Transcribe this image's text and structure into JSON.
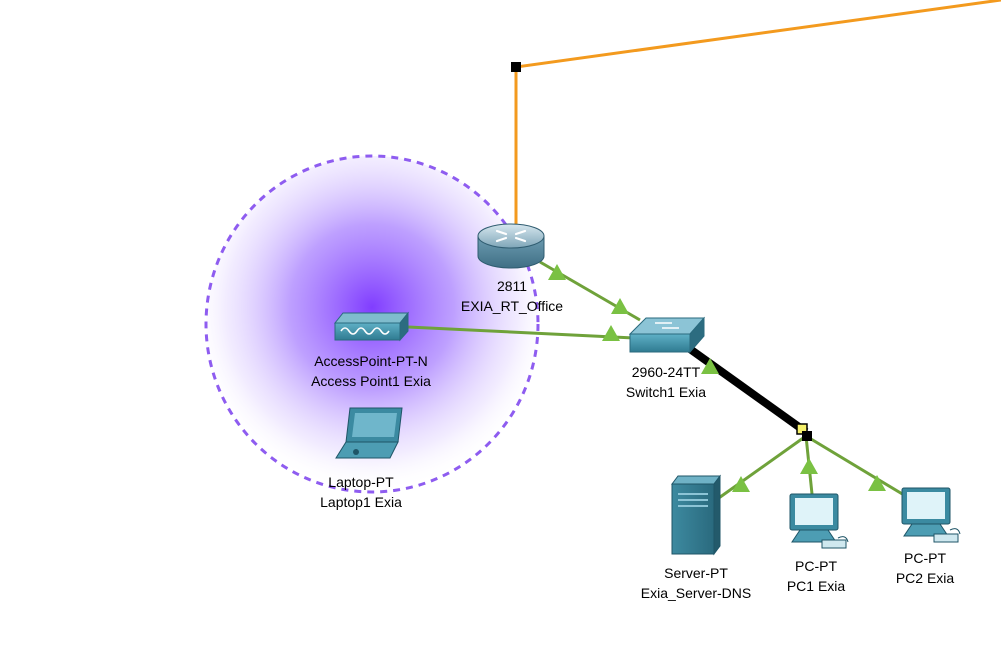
{
  "devices": {
    "router": {
      "model": "2811",
      "name": "EXIA_RT_Office"
    },
    "switch": {
      "model": "2960-24TT",
      "name": "Switch1 Exia"
    },
    "access_point": {
      "model": "AccessPoint-PT-N",
      "name": "Access Point1 Exia"
    },
    "laptop": {
      "model": "Laptop-PT",
      "name": "Laptop1 Exia"
    },
    "server": {
      "model": "Server-PT",
      "name": "Exia_Server-DNS"
    },
    "pc1": {
      "model": "PC-PT",
      "name": "PC1 Exia"
    },
    "pc2": {
      "model": "PC-PT",
      "name": "PC2 Exia"
    }
  },
  "colors": {
    "wan_link": "#f39a1e",
    "ethernet_link": "#6fa23a",
    "link_up_marker": "#7ac143",
    "trunk_link": "#000000",
    "wireless_range": "#8e5cf0",
    "device_teal": "#3f8ea4"
  },
  "icons": [
    "router-icon",
    "switch-icon",
    "access-point-icon",
    "laptop-icon",
    "server-icon",
    "pc-icon"
  ]
}
